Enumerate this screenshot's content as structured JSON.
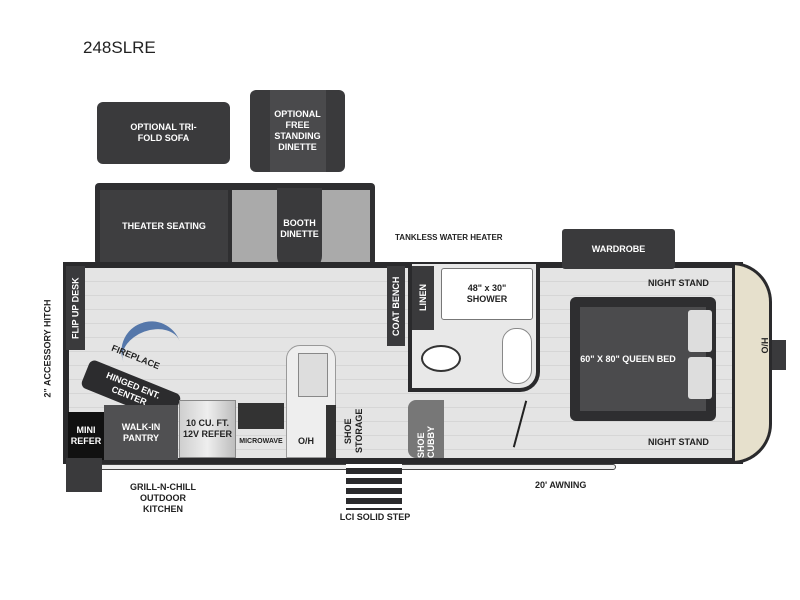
{
  "title": "248SLRE",
  "options": {
    "sofa": "OPTIONAL TRI-FOLD SOFA",
    "dinette": "OPTIONAL FREE STANDING DINETTE"
  },
  "slideout": {
    "theater": "THEATER SEATING",
    "booth": "BOOTH DINETTE"
  },
  "rooms": {
    "flip_desk": "FLIP UP DESK",
    "fireplace": "FIREPLACE",
    "ent_center": "HINGED ENT. CENTER",
    "mini_refer": "MINI REFER",
    "pantry": "WALK-IN PANTRY",
    "refer": "10 CU. FT. 12V REFER",
    "microwave": "MICROWAVE",
    "oh": "O/H",
    "shoe_storage": "SHOE STORAGE",
    "coat_bench": "COAT BENCH",
    "linen": "LINEN",
    "water_heater": "TANKLESS WATER HEATER",
    "shower": "48\" x 30\" SHOWER",
    "shoe_cubby": "SHOE CUBBY",
    "wardrobe": "WARDROBE",
    "night_stand_top": "NIGHT STAND",
    "night_stand_bottom": "NIGHT STAND",
    "bed": "60\" X 80\" QUEEN BED",
    "ho": "H/O"
  },
  "exterior": {
    "hitch": "2\" ACCESSORY HITCH",
    "kitchen": "GRILL-N-CHILL OUTDOOR KITCHEN",
    "step": "LCI SOLID STEP",
    "awning": "20' AWNING"
  }
}
